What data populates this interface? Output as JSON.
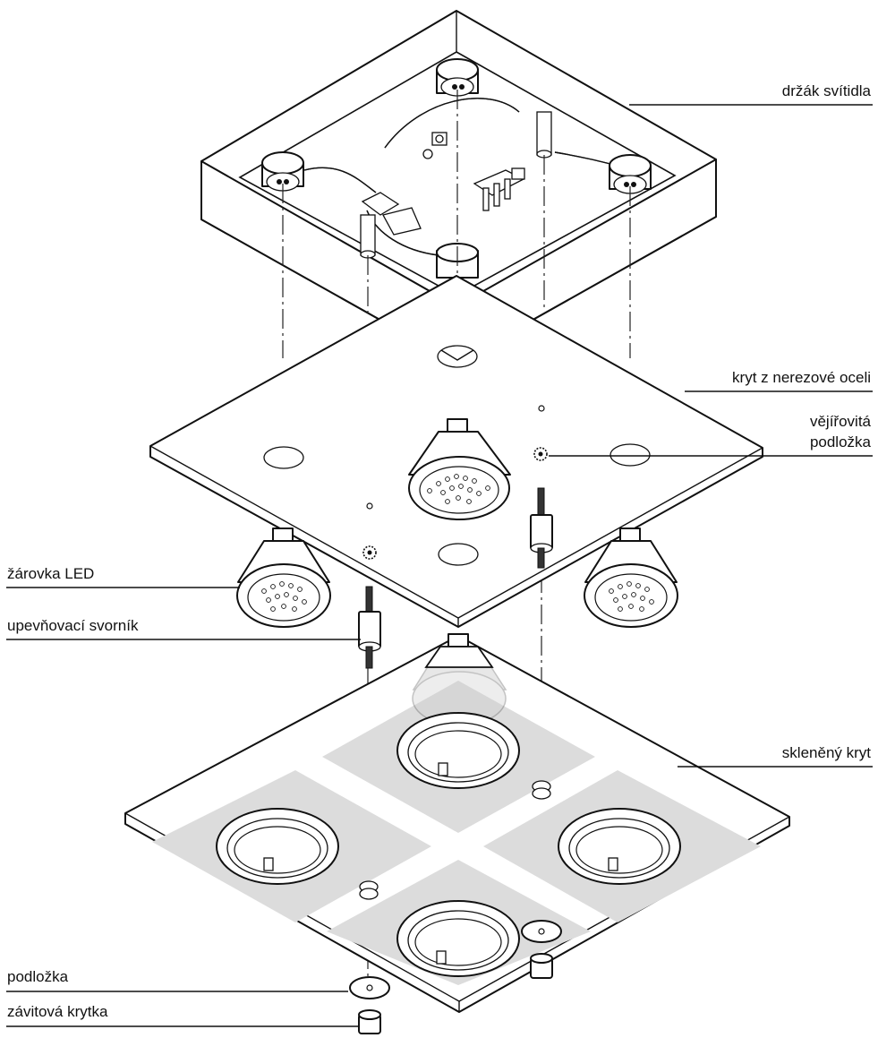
{
  "labels": {
    "holder": "držák svítidla",
    "steel_cover": "kryt z nerezové oceli",
    "fan_washer_line1": "vějířovitá",
    "fan_washer_line2": "podložka",
    "led_bulb": "žárovka LED",
    "fixing_bolt": "upevňovací svorník",
    "glass_cover": "skleněný kryt",
    "washer": "podložka",
    "thread_cap": "závitová krytka"
  }
}
